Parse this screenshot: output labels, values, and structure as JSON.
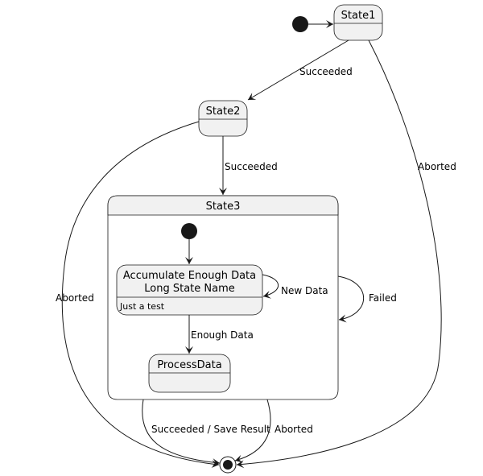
{
  "colors": {
    "state_fill": "#f1f1f1",
    "line": "#181818",
    "composite_body": "#ffffff"
  },
  "states": {
    "state1": "State1",
    "state2": "State2",
    "state3": "State3",
    "accumulate_line1": "Accumulate Enough Data",
    "accumulate_line2": "Long State Name",
    "accumulate_desc": "Just a test",
    "process": "ProcessData"
  },
  "transitions": {
    "s1_s2": "Succeeded",
    "s1_end": "Aborted",
    "s2_s3": "Succeeded",
    "s2_end": "Aborted",
    "acc_self": "New Data",
    "acc_process": "Enough Data",
    "s3_self": "Failed",
    "s3_end_success": "Succeeded / Save Result",
    "s3_end_abort": "Aborted"
  }
}
